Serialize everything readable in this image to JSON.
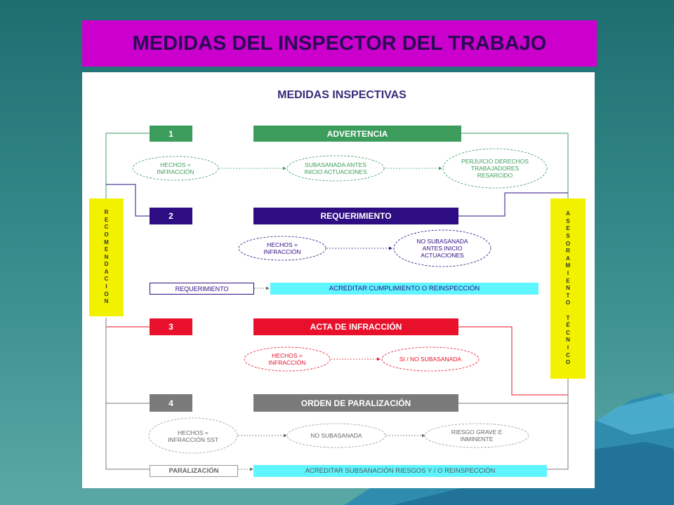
{
  "slide": {
    "title": "MEDIDAS DEL INSPECTOR DEL TRABAJO"
  },
  "diagram": {
    "heading": "MEDIDAS INSPECTIVAS",
    "side_left": "R\nE\nC\nO\nM\nE\nN\nD\nA\nC\nI\nO\nN",
    "side_right": "A\nS\nE\nS\nO\nR\nA\nM\nI\nE\nN\nT\nO\n \nT\nÉ\nC\nN\nI\nC\nO",
    "sections": [
      {
        "number": "1",
        "name": "ADVERTENCIA",
        "color": "#3c9c5c",
        "ovals": [
          "HECHOS =\nINFRACCIÓN",
          "SUBASANADA ANTES\nINICIO ACTUACIONES",
          "PERJUICIO DERECHOS\nTRABAJADORES\nRESARCIDO"
        ]
      },
      {
        "number": "2",
        "name": "REQUERIMIENTO",
        "color": "#2e0d82",
        "ovals": [
          "HECHOS =\nINFRACCIÓN",
          "NO SUBASANADA\nANTES INICIO\nACTUACIONES"
        ],
        "followup_label": "REQUERIMIENTO",
        "followup_action": "ACREDITAR CUMPLIMIENTO O  REINSPECCIÓN"
      },
      {
        "number": "3",
        "name": "ACTA DE INFRACCIÓN",
        "color": "#e8102a",
        "ovals": [
          "HECHOS =\nINFRACCIÓN",
          "SI  /  NO SUBASANADA"
        ]
      },
      {
        "number": "4",
        "name": "ORDEN DE PARALIZACIÓN",
        "color": "#7a7a7a",
        "ovals": [
          "HECHOS =\nINFRACCIÓN SST",
          "NO SUBASANADA",
          "RIESGO GRAVE E\nINMINENTE"
        ],
        "followup_label": "PARALIZACIÓN",
        "followup_action": "ACREDITAR SUBSANACIÓN RIESGOS Y / O  REINSPECCIÓN"
      }
    ],
    "colors": {
      "side_box": "#f2f200",
      "action_box": "#5ff5ff",
      "panel": "#ffffff",
      "title_bar": "#cc00cc"
    }
  }
}
